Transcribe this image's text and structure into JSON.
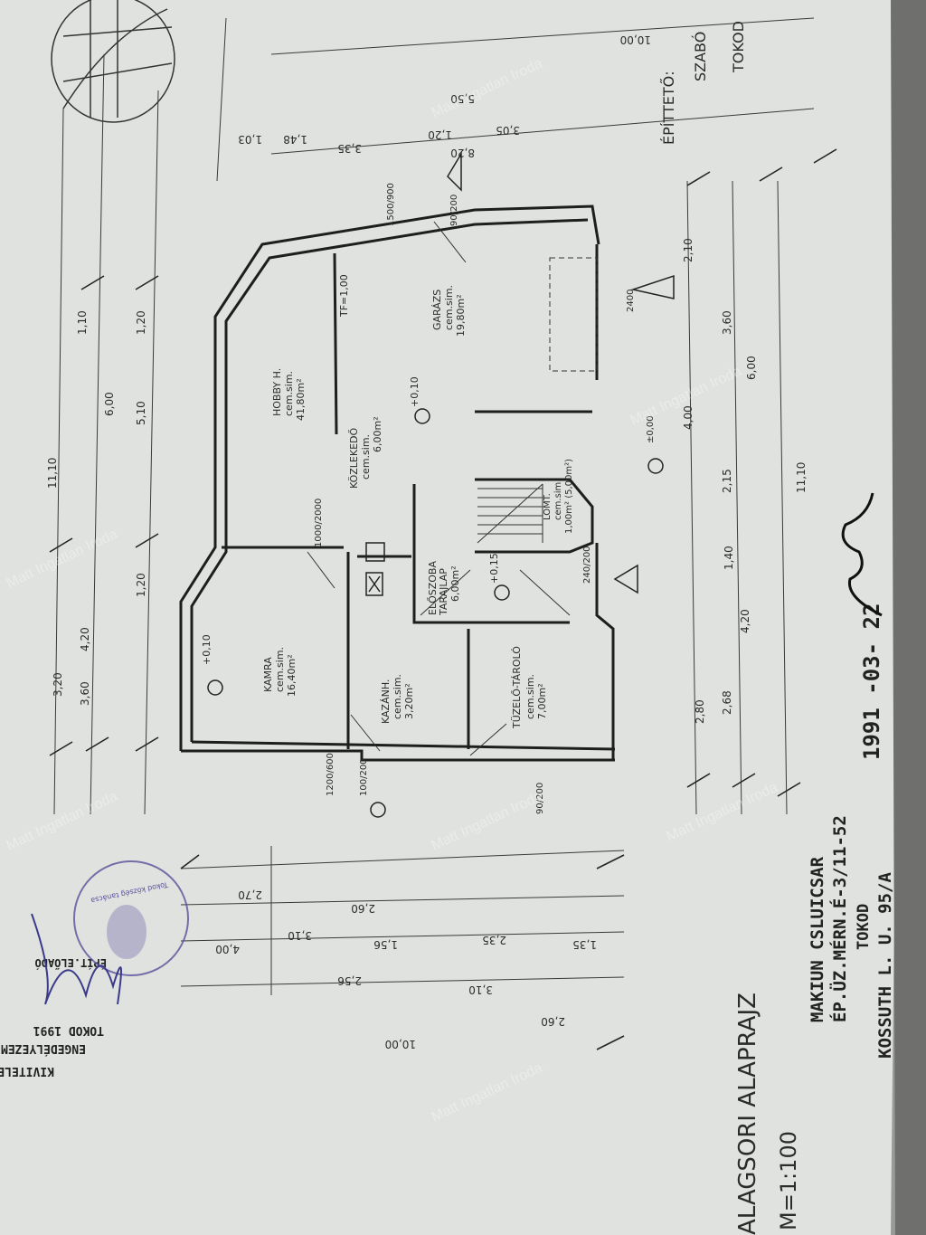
{
  "sheet": {
    "title": "ALAGSORI ALAPRAJZ",
    "scale": "M=1:100",
    "date": "1991 -03- 22",
    "designer_line1": "MAKIUN CSLUICSAR",
    "designer_line2": "ÉP.ÜZ.MÉRN.É-3/11-52",
    "designer_line3": "TOKOD",
    "designer_line4": "KOSSUTH L. U. 95/A",
    "client_label": "ÉPÍTTETŐ:",
    "client_name": "SZABÓ",
    "client_town": "TOKOD"
  },
  "approval": {
    "line1": "KIVITELEZÉSRE",
    "line2": "ENGEDÉLYEZEM",
    "line3": "TOKOD 1991",
    "line4": "ÉPÍT.ELŐADÓ",
    "stamp_text": "Tokod község tanácsa"
  },
  "watermark": "Matt Ingatlan Iroda",
  "rooms": [
    {
      "name": "KAMRA",
      "floor": "cem.sim.",
      "area": "16,40m²",
      "level": "+0,10"
    },
    {
      "name": "KAZÁNH.",
      "floor": "cem.sim.",
      "area": "3,20m²"
    },
    {
      "name": "TÜZELŐ-TÁROLÓ",
      "floor": "cem.sim.",
      "area": "7,00m²"
    },
    {
      "name": "ELŐSZOBA",
      "floor": "TARAJLAP",
      "area": "6,00m²",
      "level": "+0,15"
    },
    {
      "name": "KÖZLEKEDŐ",
      "floor": "cem.sim.",
      "area": "6,00m²"
    },
    {
      "name": "HOBBY H.",
      "floor": "cem.sim.",
      "area": "41,80m²",
      "level": "+0,10"
    },
    {
      "name": "GARÁZS",
      "floor": "cem.sim.",
      "area": "19,80m²"
    },
    {
      "name": "LOMT.",
      "floor": "cem.sim.",
      "area": "1,00m² (5,00m²)",
      "level": "±0,00"
    }
  ],
  "dimensions": {
    "top_total": "11,10",
    "top_row": [
      "3,60",
      "4,20",
      "3,20",
      "1,20",
      "5,10",
      "6,00",
      "1,20",
      "1,10"
    ],
    "right_total": "10,00",
    "right_row": [
      "8,20",
      "5,50",
      "3,05",
      "3,35",
      "1,48",
      "1,03",
      "1,20"
    ],
    "bottom_row": [
      "2,80",
      "2,68",
      "4,20",
      "1,40",
      "2,15",
      "4,00",
      "3,60",
      "2,10",
      "6,00",
      "11,10"
    ],
    "left_total": "10,00",
    "left_row": [
      "4,00",
      "2,56",
      "2,60",
      "3,10",
      "1,56",
      "2,35",
      "1,35",
      "2,60",
      "3,10",
      "2,70"
    ],
    "openings": [
      "1200/600",
      "100/200",
      "90/200",
      "240/200",
      "1500/900",
      "90/200",
      "1000/2000",
      "2400"
    ],
    "wall_label": "TF=1,00"
  }
}
